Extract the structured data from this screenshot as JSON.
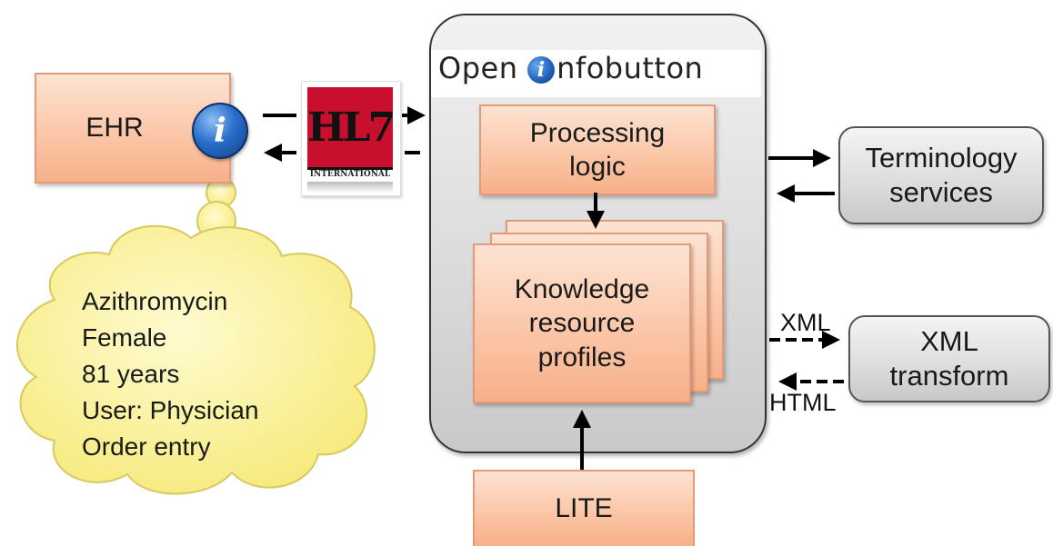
{
  "ehr": {
    "label": "EHR"
  },
  "info_badge": {
    "glyph": "i",
    "icon": "info-icon"
  },
  "hl7_logo": {
    "text": "HL7",
    "subtext": "INTERNATIONAL",
    "icon": "hl7-logo"
  },
  "openinfobutton": {
    "title_prefix": "Open ",
    "title_info_glyph": "i",
    "title_suffix": "nfobutton"
  },
  "processing_logic": {
    "line1": "Processing",
    "line2": "logic"
  },
  "knowledge": {
    "line1": "Knowledge",
    "line2": "resource",
    "line3": "profiles"
  },
  "lite": {
    "label": "LITE"
  },
  "terminology": {
    "line1": "Terminology",
    "line2": "services"
  },
  "xml_transform": {
    "line1": "XML",
    "line2": "transform"
  },
  "edge_labels": {
    "xml": "XML",
    "html": "HTML"
  },
  "context_cloud": {
    "lines": [
      "Azithromycin",
      "Female",
      "81 years",
      "User: Physician",
      "Order entry"
    ]
  },
  "colors": {
    "salmon": "#fbc7a8",
    "gray_box": "#dcdcdc",
    "cloud": "#fbf29a",
    "info_blue": "#1f5fb8",
    "hl7_red": "#c8102e"
  }
}
